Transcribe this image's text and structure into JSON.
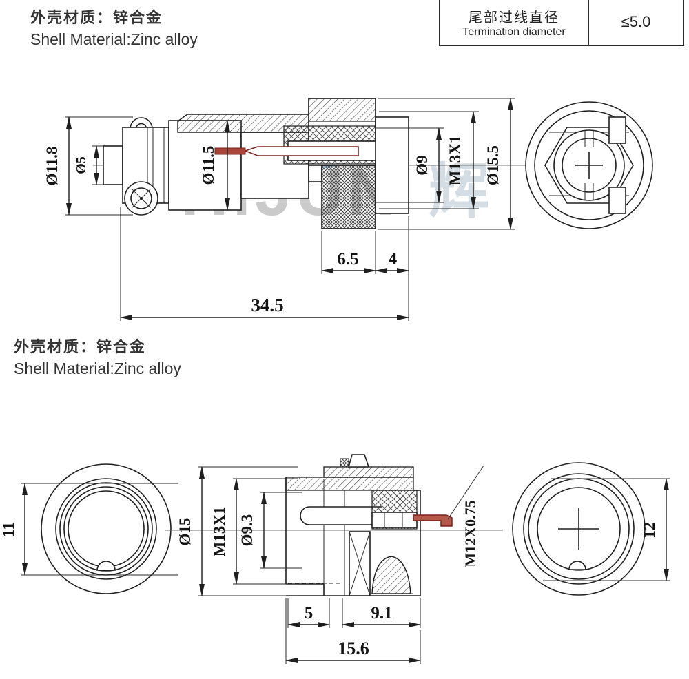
{
  "header": {
    "material_cn": "外壳材质：锌合金",
    "material_en": "Shell  Material:Zinc alloy"
  },
  "spec_table": {
    "param_cn": "尾部过线直径",
    "param_en": "Termination diameter",
    "value": "≤5.0"
  },
  "section2": {
    "material_cn": "外壳材质：锌合金",
    "material_en": "Shell  Material:Zinc alloy"
  },
  "watermark": {
    "latin": "HiJUN",
    "cjk": "辉"
  },
  "plug": {
    "dia_11_8": "Ø11.8",
    "dia_5": "Ø5",
    "dia_11_5": "Ø11.5",
    "dia_9": "Ø9",
    "thread": "M13X1",
    "dia_15_5": "Ø15.5",
    "len_6_5": "6.5",
    "len_4": "4",
    "len_34_5": "34.5"
  },
  "socket": {
    "flats_11": "11",
    "dia_15": "Ø15",
    "thread_front": "M13X1",
    "dia_9_3": "Ø9.3",
    "thread_tail": "M12X0.75",
    "dia_12": "12",
    "len_5": "5",
    "len_9_1": "9.1",
    "len_15_6": "15.6"
  },
  "colors": {
    "line": "#1f1f1f",
    "contact_red": "#7a241d",
    "contact_fill": "#b4584a",
    "watermark_gray": "#cacaca",
    "watermark_blue": "#b5ddf2",
    "watermark_orange": "#e89a6e"
  }
}
